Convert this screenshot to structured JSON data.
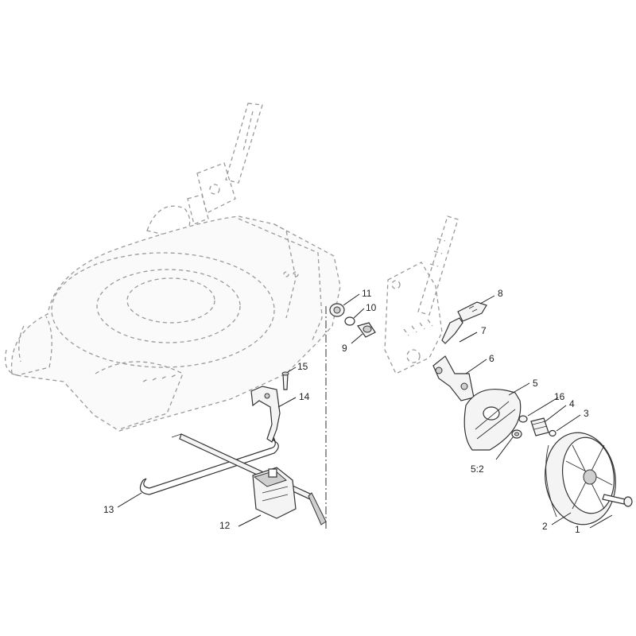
{
  "callouts": [
    {
      "id": "1",
      "label": "1"
    },
    {
      "id": "2",
      "label": "2"
    },
    {
      "id": "3",
      "label": "3"
    },
    {
      "id": "4",
      "label": "4"
    },
    {
      "id": "5",
      "label": "5"
    },
    {
      "id": "5-2",
      "label": "5:2"
    },
    {
      "id": "6",
      "label": "6"
    },
    {
      "id": "7",
      "label": "7"
    },
    {
      "id": "8",
      "label": "8"
    },
    {
      "id": "9",
      "label": "9"
    },
    {
      "id": "10",
      "label": "10"
    },
    {
      "id": "11",
      "label": "11"
    },
    {
      "id": "12",
      "label": "12"
    },
    {
      "id": "13",
      "label": "13"
    },
    {
      "id": "14",
      "label": "14"
    },
    {
      "id": "15",
      "label": "15"
    },
    {
      "id": "16",
      "label": "16"
    }
  ]
}
